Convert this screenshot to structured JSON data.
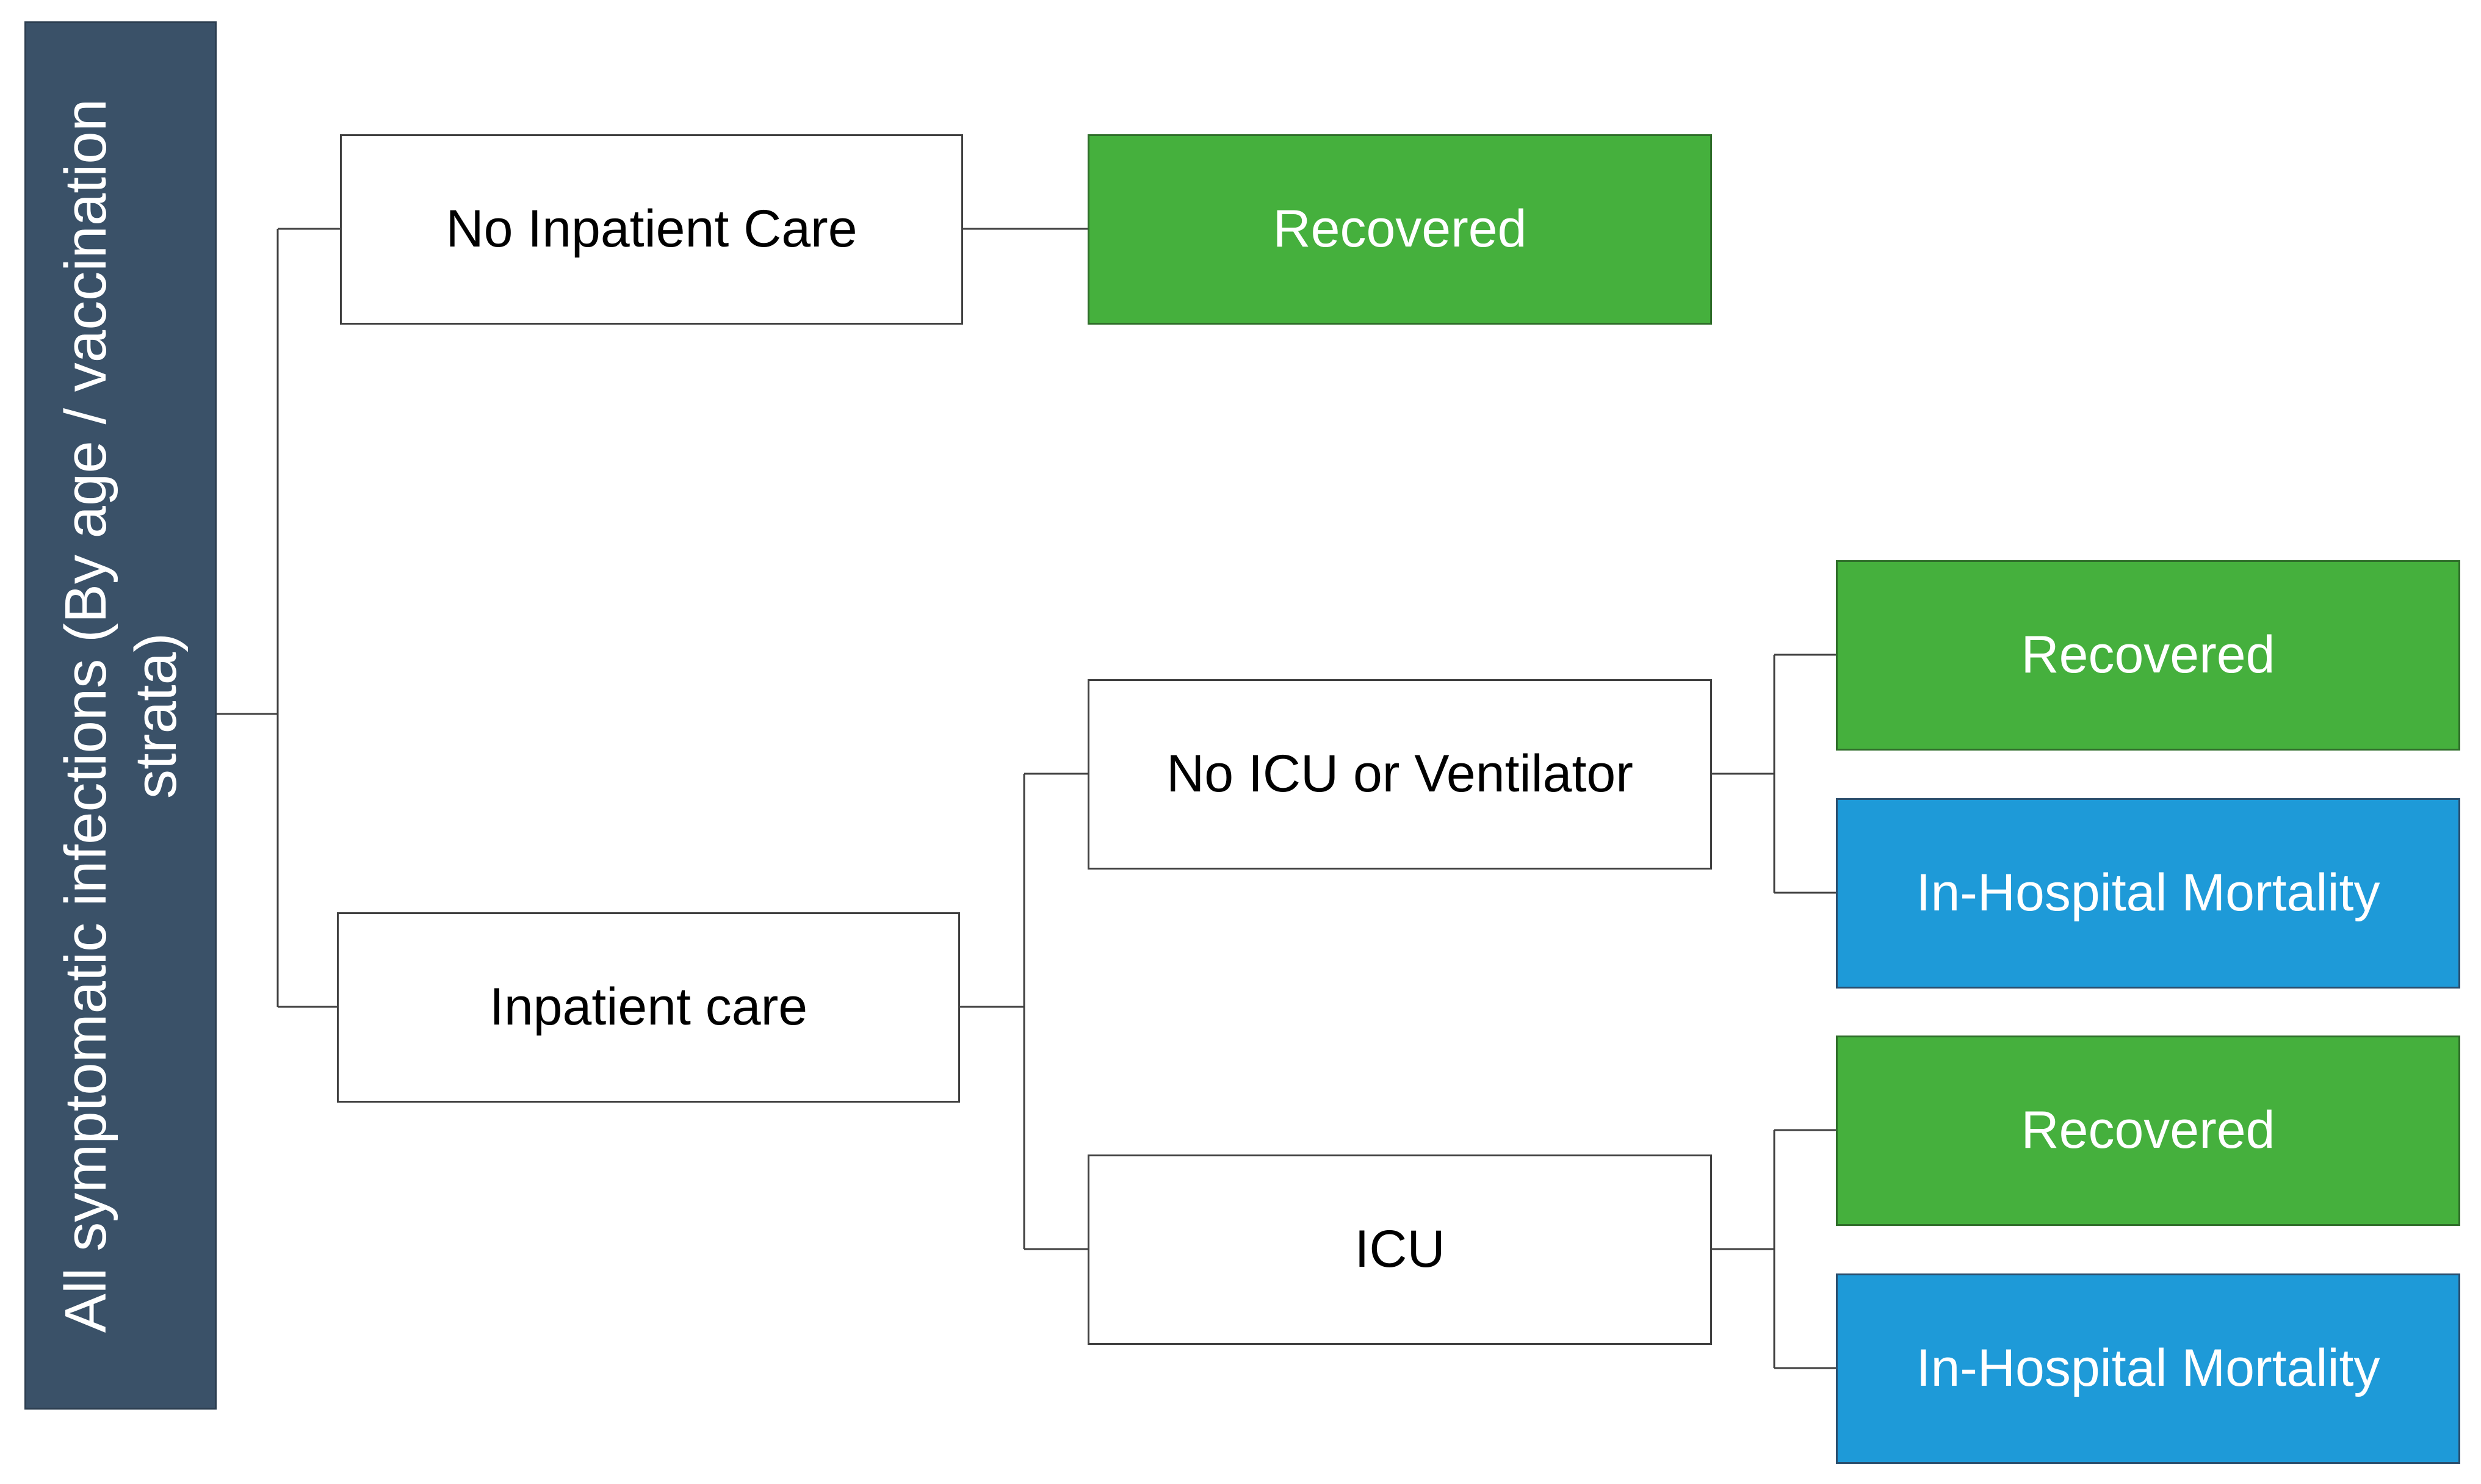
{
  "diagram": {
    "root": {
      "label": "All symptomatic infections (By age / vaccination strata)"
    },
    "level1": {
      "no_inpatient": "No Inpatient Care",
      "inpatient": "Inpatient care"
    },
    "level2": {
      "recovered_outpatient": "Recovered",
      "no_icu": "No ICU or Ventilator",
      "icu": "ICU"
    },
    "level3": {
      "no_icu_recovered": "Recovered",
      "no_icu_mortality": "In-Hospital Mortality",
      "icu_recovered": "Recovered",
      "icu_mortality": "In-Hospital Mortality"
    },
    "colors": {
      "root": "#3a5168",
      "recovered": "#45b03d",
      "mortality": "#1e9ad8",
      "neutral": "#ffffff"
    }
  }
}
